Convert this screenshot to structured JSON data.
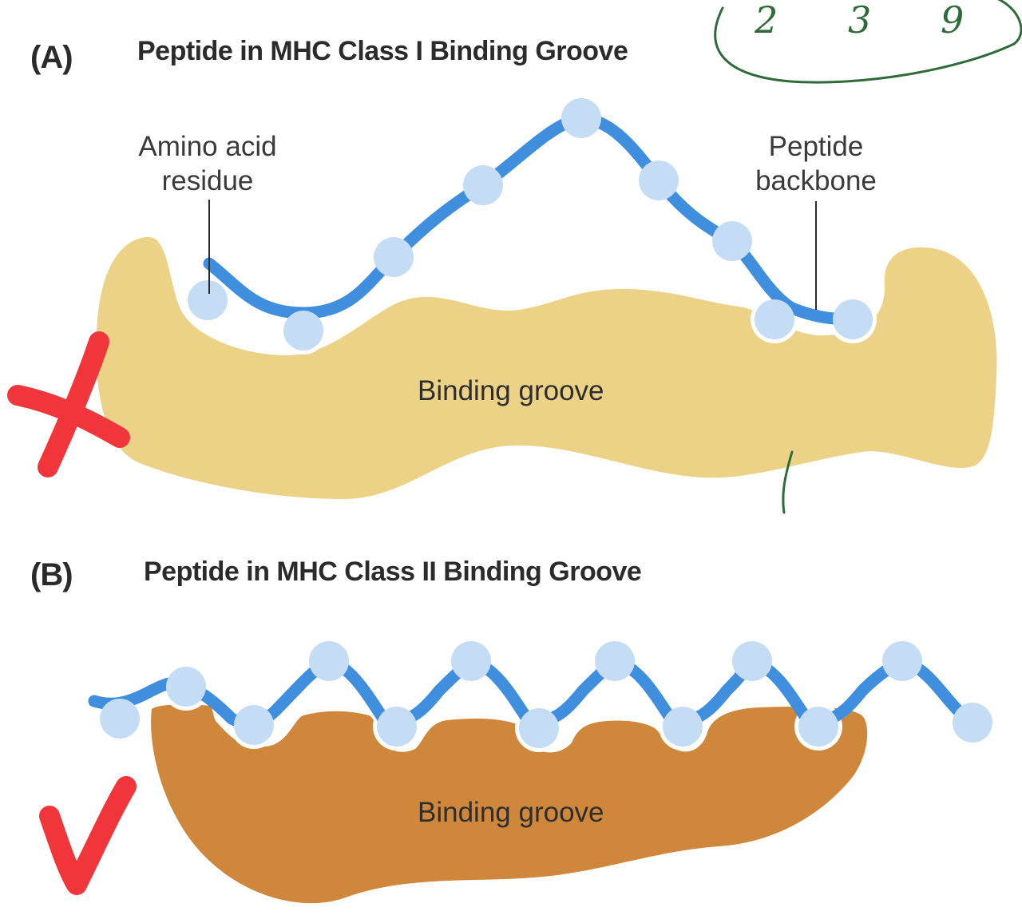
{
  "panel_a": {
    "letter": "(A)",
    "title": "Peptide in MHC Class I Binding Groove",
    "callout_residue": "Amino acid\nresidue",
    "callout_backbone": "Peptide\nbackbone",
    "groove_label": "Binding groove"
  },
  "panel_b": {
    "letter": "(B)",
    "title": "Peptide in MHC Class II Binding Groove",
    "groove_label": "Binding groove"
  },
  "annotations": {
    "circled_numbers": [
      "2",
      "3",
      "9"
    ],
    "mark_a": "cross",
    "mark_b": "check"
  },
  "colors": {
    "class1_groove": "#ebd287",
    "class2_groove": "#cf873c",
    "peptide_backbone": "#3f8fde",
    "amino_acid_residue": "#c5dcf5",
    "handwritten_ink": "#2f6b3a",
    "correction_mark": "#f0353b"
  }
}
